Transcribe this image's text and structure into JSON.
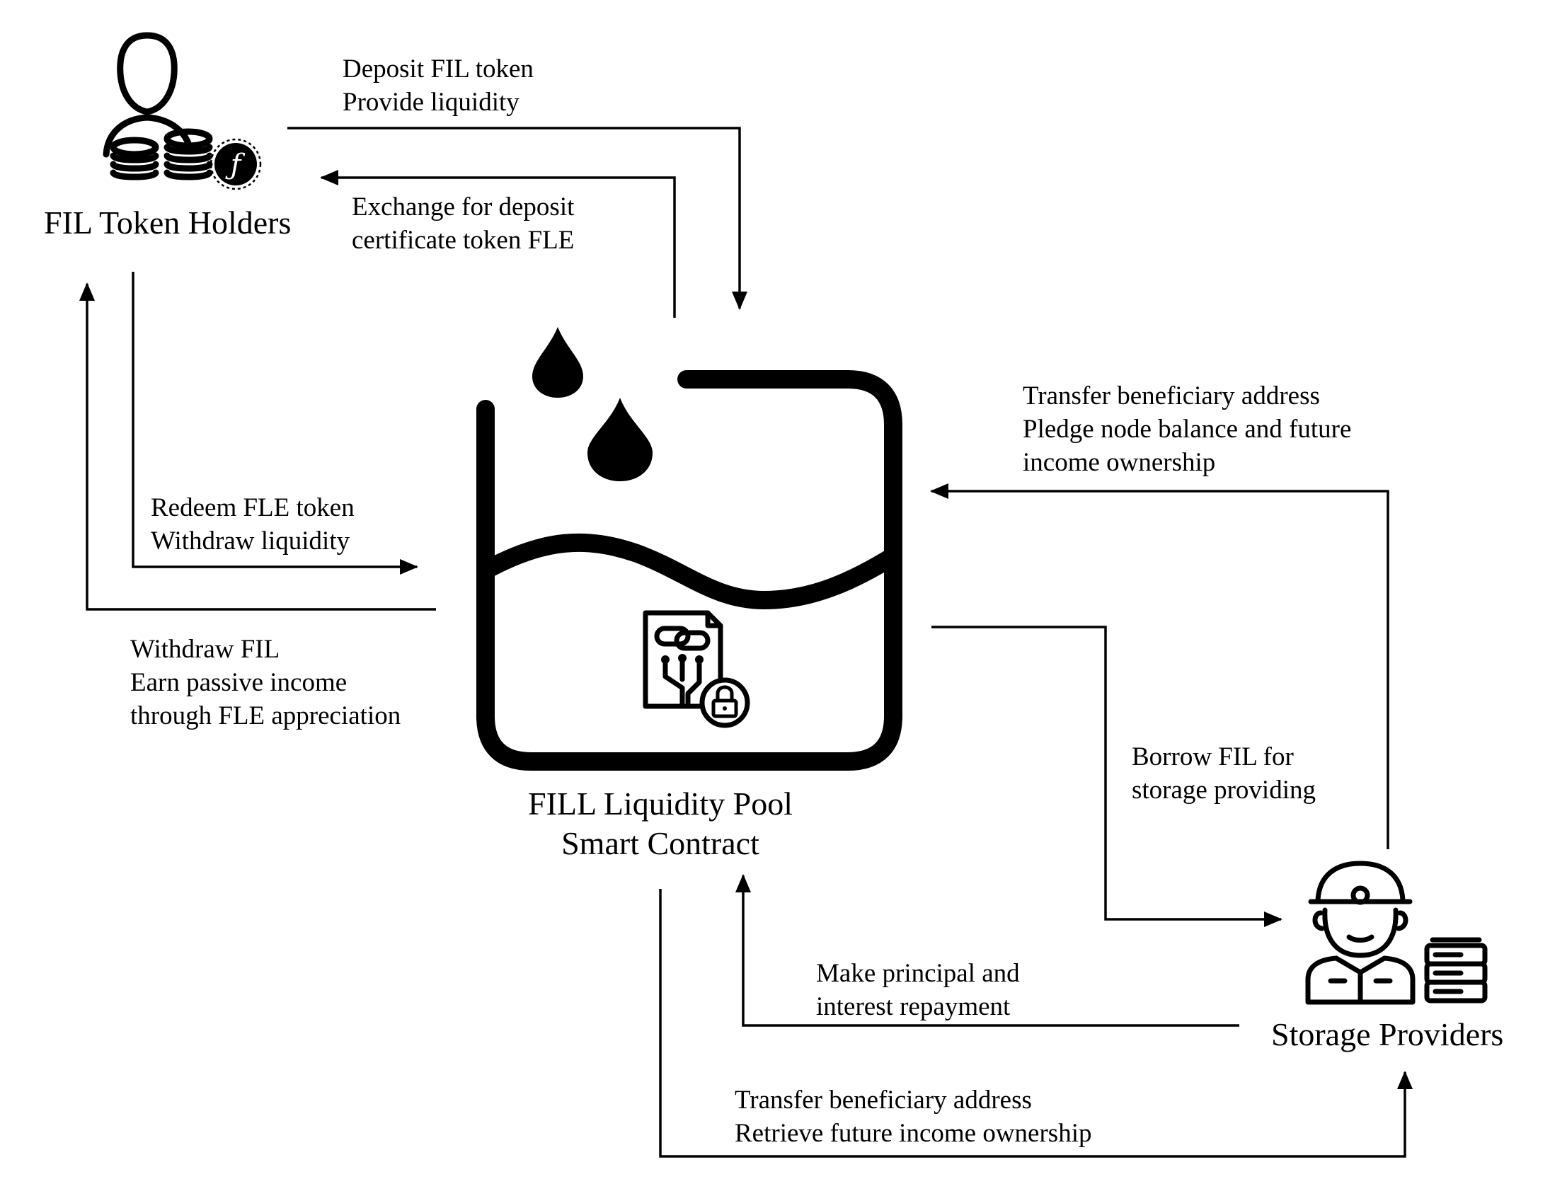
{
  "colors": {
    "ink": "#000000",
    "background": "#ffffff"
  },
  "nodes": {
    "holders": {
      "title": "FIL Token Holders",
      "icon": "person-with-coins-icon"
    },
    "pool": {
      "title_line1": "FILL Liquidity Pool",
      "title_line2": "Smart Contract",
      "icon": "liquidity-pool-tank-icon"
    },
    "providers": {
      "title": "Storage Providers",
      "icon": "worker-with-server-icon"
    }
  },
  "flows": {
    "deposit": {
      "line1": "Deposit FIL token",
      "line2": "Provide liquidity"
    },
    "exchange": {
      "line1": "Exchange for deposit",
      "line2": "certificate token FLE"
    },
    "redeem": {
      "line1": "Redeem FLE token",
      "line2": "Withdraw liquidity"
    },
    "withdraw": {
      "line1": "Withdraw FIL",
      "line2": "Earn passive income",
      "line3": "through FLE appreciation"
    },
    "pledge": {
      "line1": "Transfer beneficiary address",
      "line2": "Pledge node balance and future",
      "line3": "income ownership"
    },
    "borrow": {
      "line1": "Borrow FIL for",
      "line2": "storage providing"
    },
    "repay": {
      "line1": "Make principal and",
      "line2": "interest repayment"
    },
    "retrieve": {
      "line1": "Transfer beneficiary address",
      "line2": "Retrieve future income ownership"
    }
  }
}
